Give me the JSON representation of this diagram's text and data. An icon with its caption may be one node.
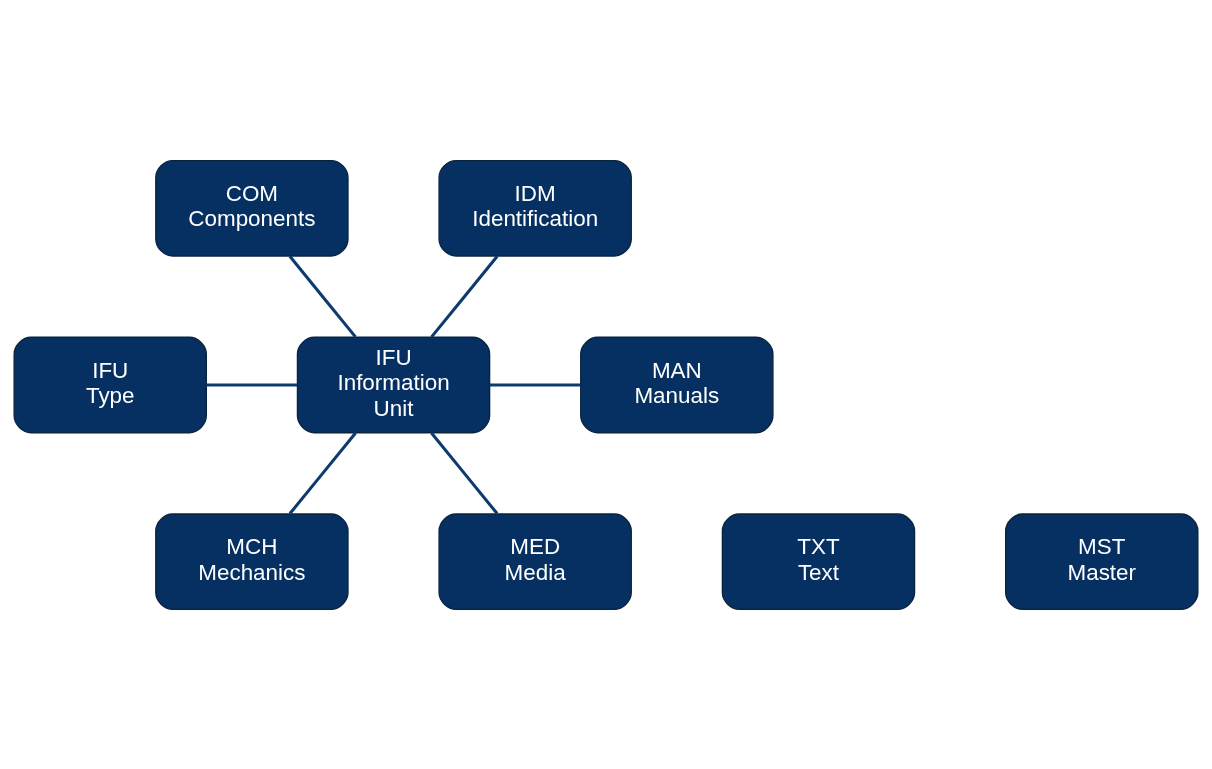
{
  "diagram": {
    "nodes": [
      {
        "text": [
          "COM Components"
        ]
      },
      {
        "text": [
          "IDM Identification"
        ]
      },
      {
        "text": [
          "IFU Type"
        ]
      },
      {
        "text": [
          "IFU Information Unit"
        ]
      },
      {
        "text": [
          "MAN Manuals"
        ]
      },
      {
        "text": [
          "MCH Mechanics"
        ]
      },
      {
        "text": [
          "MED Media"
        ]
      },
      {
        "text": [
          "TXT Text"
        ]
      },
      {
        "text": [
          "MST Master"
        ]
      }
    ],
    "edges": [
      {
        "from": 0,
        "to": 3,
        "arrow": "none"
      },
      {
        "from": 1,
        "to": 3,
        "arrow": "none"
      },
      {
        "from": 2,
        "to": 3,
        "arrow": "none"
      },
      {
        "from": 3,
        "to": 4,
        "arrow": "none"
      },
      {
        "from": 3,
        "to": 5,
        "arrow": "none"
      },
      {
        "from": 3,
        "to": 6,
        "arrow": "none"
      }
    ]
  }
}
